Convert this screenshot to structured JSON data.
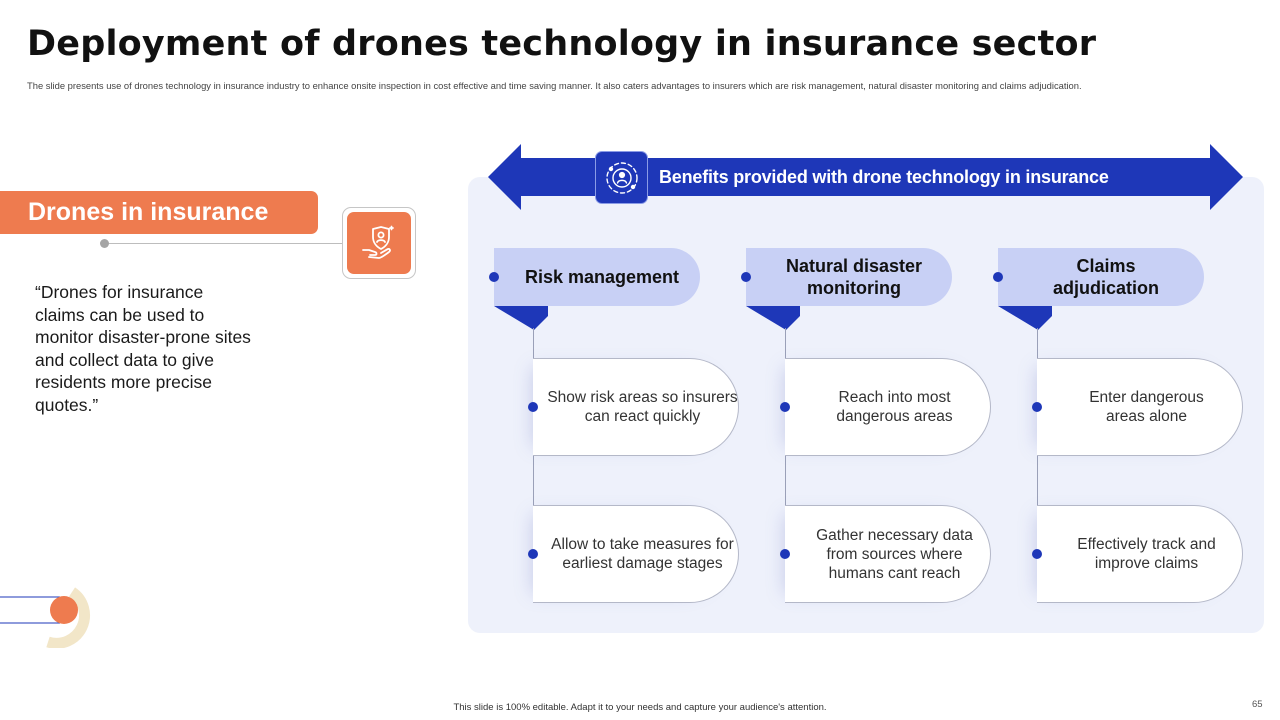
{
  "slide": {
    "title": "Deployment of drones technology in insurance sector",
    "subtitle": "The slide presents use of drones technology in insurance industry to enhance onsite inspection in  cost effective and time saving manner.  It also caters advantages to insurers which are risk management, natural disaster monitoring and claims adjudication.",
    "footer": "This slide is 100% editable.  Adapt it to your needs and capture your audience's attention.",
    "page_number": "65"
  },
  "left": {
    "banner": "Drones in insurance",
    "icon": "hand-shield-user-icon",
    "quote": "“Drones for insurance claims can be used to monitor disaster-prone sites and collect data to give residents more precise quotes.”"
  },
  "benefits": {
    "heading": "Benefits provided with drone technology in insurance",
    "icon": "drone-network-icon",
    "columns": [
      {
        "header": "Risk management",
        "items": [
          "Show risk areas so insurers can react quickly",
          "Allow to take measures for earliest damage stages"
        ]
      },
      {
        "header": "Natural disaster monitoring",
        "items": [
          "Reach into most dangerous areas",
          "Gather necessary data from sources where humans cant reach"
        ]
      },
      {
        "header": "Claims adjudication",
        "items": [
          "Enter dangerous areas alone",
          "Effectively track and improve claims"
        ]
      }
    ]
  },
  "colors": {
    "orange": "#ee7b4f",
    "blue": "#1e37b8",
    "header_fill": "#c8d0f5",
    "panel_fill": "#eef1fb"
  }
}
